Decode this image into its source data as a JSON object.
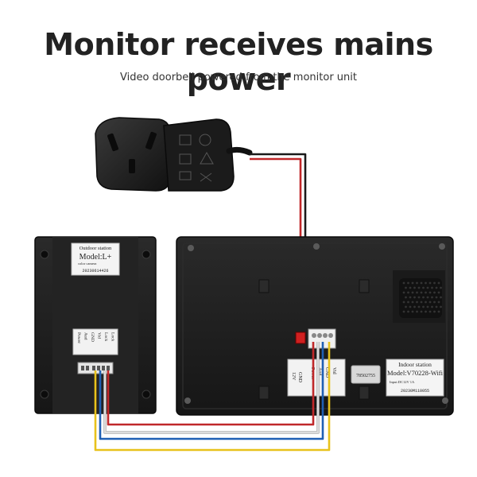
{
  "header": {
    "title": "Monitor receives mains power",
    "subtitle": "Video doorbell powered from the monitor unit"
  },
  "outdoor_station": {
    "label_title": "Outdoor station",
    "label_model": "Model:L+",
    "label_desc": "color camera",
    "label_date": "20230614426",
    "terminals": [
      "Power",
      "Aud",
      "GND",
      "Vid",
      "Lock",
      "Lock"
    ]
  },
  "indoor_station": {
    "label_title": "Indoor station",
    "label_model": "Model:V70228-Wifi",
    "label_spec": "Input:DC12V 1A",
    "label_date": "20230M110055",
    "serial_sticker": "78502755",
    "terminals_left": [
      "12V",
      "GND"
    ],
    "terminals_right": [
      "Power",
      "Aud",
      "GND",
      "Vid"
    ]
  },
  "colors": {
    "wire_black": "#1a1a1a",
    "wire_red": "#c0282a",
    "wire_white": "#dcdcdc",
    "wire_blue": "#1f5fb4",
    "wire_yellow": "#e8c21c",
    "device_body": "#1e1e1e"
  }
}
